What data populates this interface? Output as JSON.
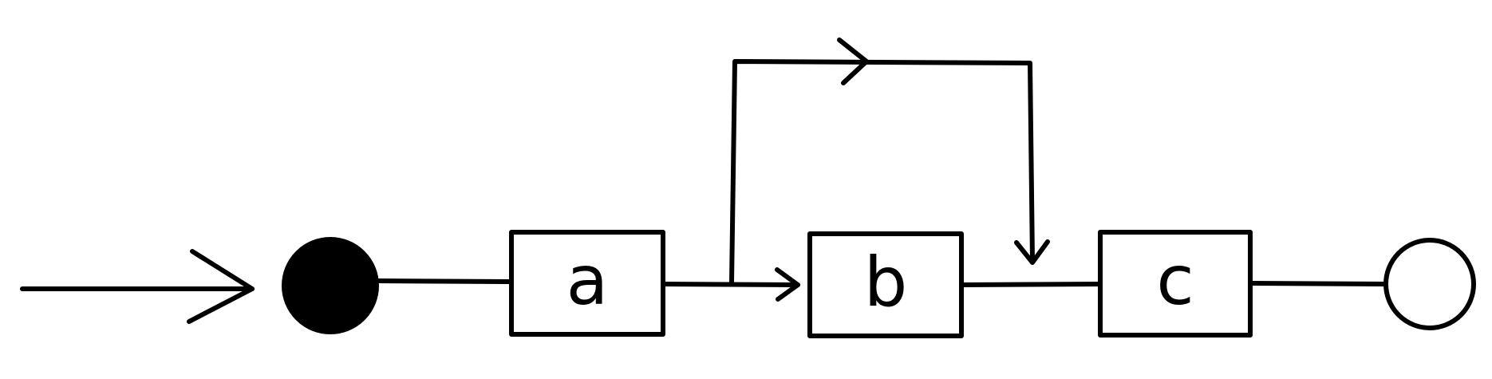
{
  "diagram": {
    "nodes": [
      {
        "id": "start",
        "kind": "filled-circle"
      },
      {
        "id": "a",
        "kind": "box",
        "label": "a"
      },
      {
        "id": "b",
        "kind": "box",
        "label": "b"
      },
      {
        "id": "c",
        "kind": "box",
        "label": "c"
      },
      {
        "id": "end",
        "kind": "hollow-circle"
      }
    ],
    "edges": [
      {
        "from": "input",
        "to": "start",
        "arrow": true
      },
      {
        "from": "start",
        "to": "a",
        "arrow": false
      },
      {
        "from": "a",
        "to": "b",
        "arrow": true
      },
      {
        "from": "a",
        "to": "c",
        "arrow": true,
        "route": "loop-over-b"
      },
      {
        "from": "b",
        "to": "c",
        "arrow": false
      },
      {
        "from": "c",
        "to": "end",
        "arrow": false
      }
    ],
    "colors": {
      "stroke": "#000000",
      "fill_start": "#000000",
      "background": "#ffffff"
    }
  }
}
